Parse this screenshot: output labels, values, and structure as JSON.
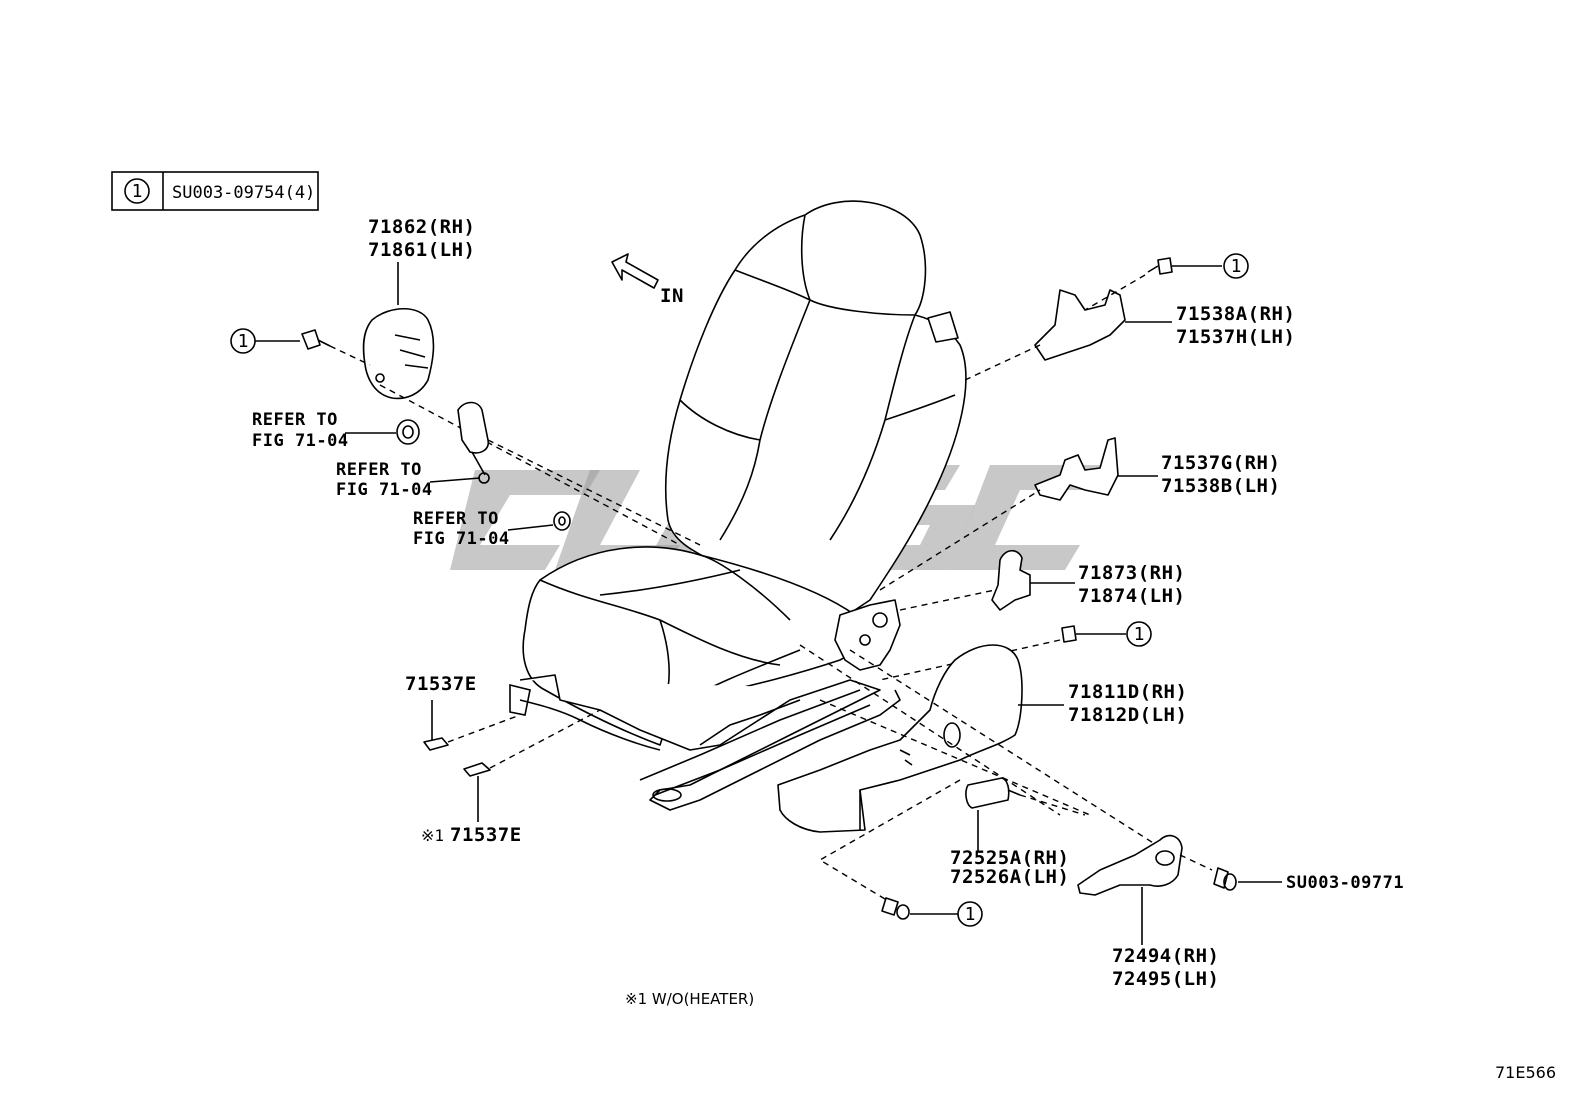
{
  "legend": {
    "symbol": "1",
    "code": "SU003-09754(4)"
  },
  "direction": {
    "label": "IN"
  },
  "callout_symbol": "1",
  "labels": {
    "p71862": "71862(RH)",
    "p71861": "71861(LH)",
    "p71538a": "71538A(RH)",
    "p71537h": "71537H(LH)",
    "p71537g": "71537G(RH)",
    "p71538b": "71538B(LH)",
    "p71873": "71873(RH)",
    "p71874": "71874(LH)",
    "p71811d": "71811D(RH)",
    "p71812d": "71812D(LH)",
    "p72525a": "72525A(RH)",
    "p72526a": "72526A(LH)",
    "p72494": "72494(RH)",
    "p72495": "72495(LH)",
    "p71537e_a": "71537E",
    "p71537e_b_mark": "※1",
    "p71537e_b": "71537E",
    "su003_09771": "SU003-09771"
  },
  "refer": {
    "r1_line1": "REFER TO",
    "r1_line2": "FIG 71-04",
    "r2_line1": "REFER TO",
    "r2_line2": "FIG 71-04",
    "r3_line1": "REFER TO",
    "r3_line2": "FIG 71-04"
  },
  "footnote": "※1 W/O(HEATER)",
  "figure_id": "71E566"
}
